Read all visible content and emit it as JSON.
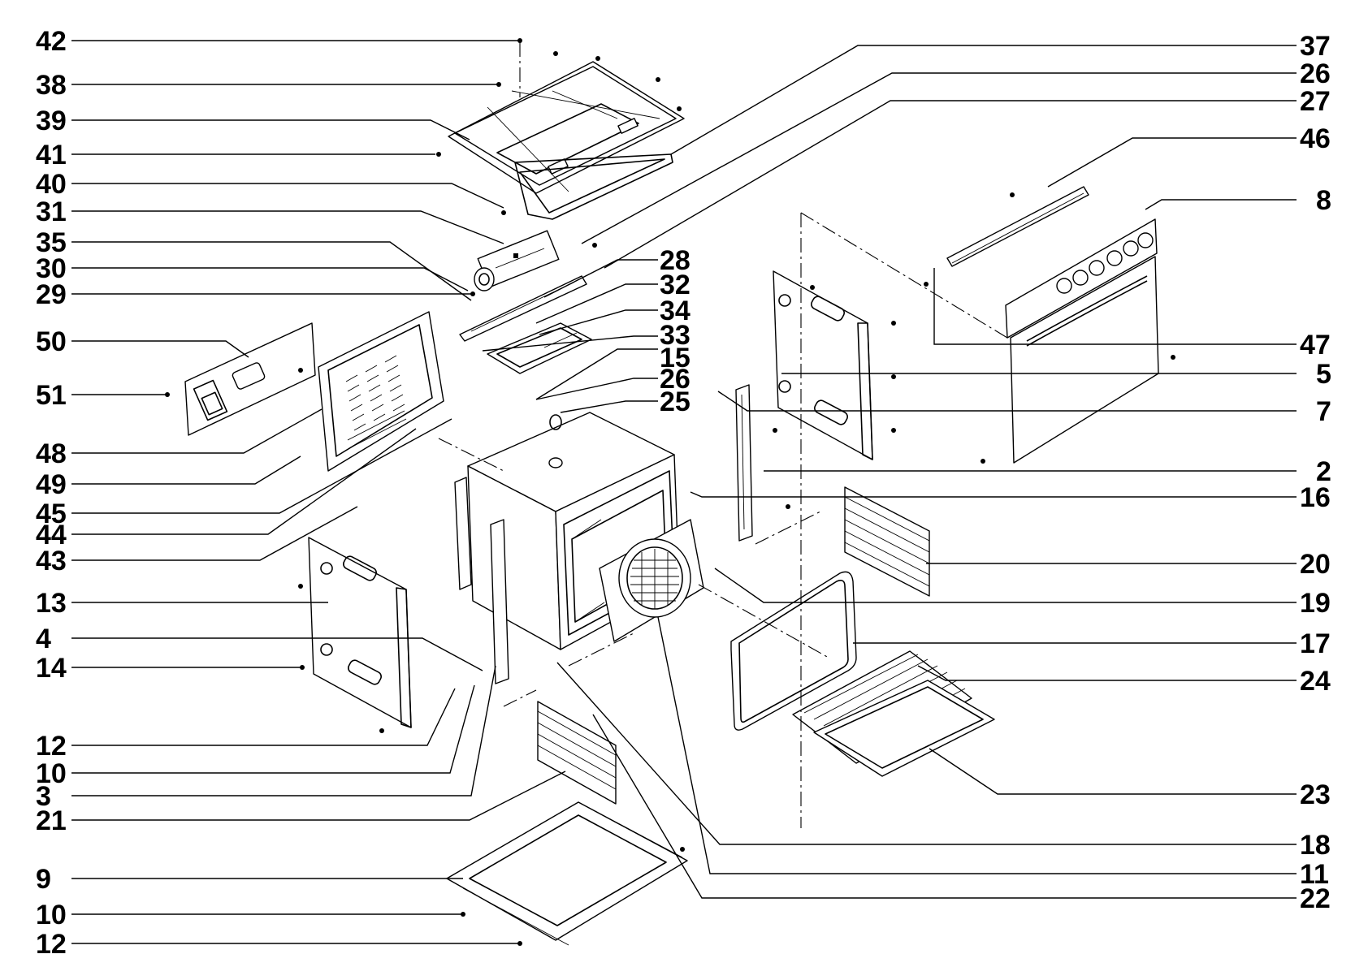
{
  "diagram": {
    "type": "exploded-parts-diagram",
    "callouts_left": [
      "42",
      "38",
      "39",
      "41",
      "40",
      "31",
      "35",
      "30",
      "29",
      "50",
      "51",
      "48",
      "49",
      "45",
      "44",
      "43",
      "13",
      "4",
      "14",
      "12",
      "10",
      "3",
      "21",
      "9",
      "10",
      "12"
    ],
    "callouts_center": [
      "28",
      "32",
      "34",
      "33",
      "15",
      "26",
      "25"
    ],
    "callouts_right": [
      "37",
      "26",
      "27",
      "46",
      "8",
      "47",
      "5",
      "7",
      "2",
      "16",
      "20",
      "19",
      "17",
      "24",
      "23",
      "18",
      "11",
      "22"
    ],
    "colors": {
      "line": "#000000",
      "background": "#ffffff"
    }
  }
}
